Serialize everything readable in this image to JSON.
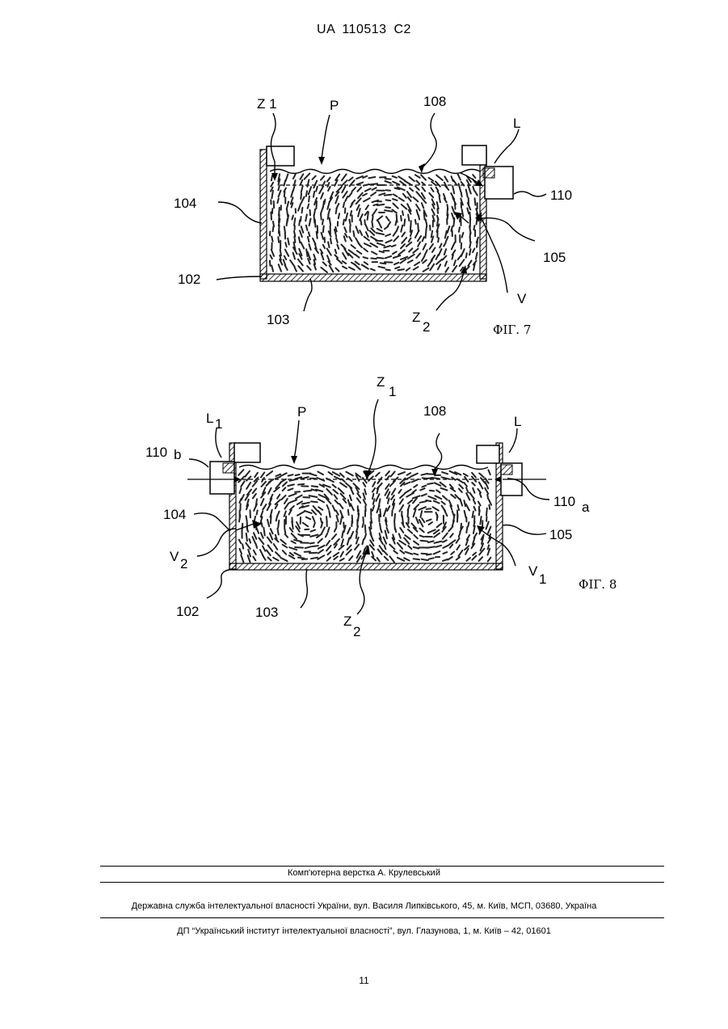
{
  "header": {
    "doc_id": "UA   110513   C2"
  },
  "figure7": {
    "caption": "ФІГ. 7",
    "labels": {
      "z1": "Z 1",
      "p": "P",
      "ref108": "108",
      "l": "L",
      "ref104": "104",
      "ref110": "110",
      "ref105": "105",
      "ref102": "102",
      "v": "V",
      "ref103": "103",
      "z2": "Z",
      "z2_sub": "2"
    }
  },
  "figure8": {
    "caption": "ФІГ. 8",
    "labels": {
      "z1": "Z",
      "z1_sub": "1",
      "p": "P",
      "ref108": "108",
      "l1": "L",
      "l1_sub": "1",
      "l": "L",
      "ref110b": "110",
      "ref110b_sub": "b",
      "ref110a": "110",
      "ref110a_sub": "a",
      "ref104": "104",
      "ref105": "105",
      "v2": "V",
      "v2_sub": "2",
      "v1": "V",
      "v1_sub": "1",
      "ref102": "102",
      "ref103": "103",
      "z2": "Z",
      "z2_sub": "2"
    }
  },
  "footer": {
    "typesetting": "Комп'ютерна верстка А. Крулевський",
    "agency": "Державна служба інтелектуальної власності України, вул. Василя Липківського, 45, м. Київ, МСП, 03680, Україна",
    "institute": "ДП “Український інститут інтелектуальної власності”, вул. Глазунова, 1, м. Київ – 42, 01601",
    "page_number": "11"
  }
}
